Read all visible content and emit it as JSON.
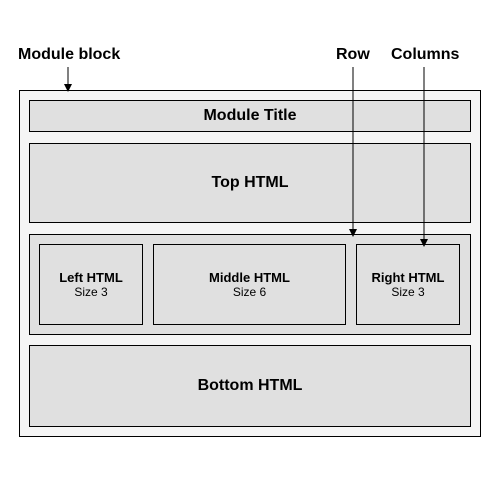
{
  "callouts": {
    "module_block": "Module block",
    "row": "Row",
    "columns": "Columns"
  },
  "module": {
    "title": "Module Title",
    "top": "Top HTML",
    "bottom": "Bottom HTML",
    "columns": [
      {
        "name": "Left HTML",
        "size": "Size 3"
      },
      {
        "name": "Middle HTML",
        "size": "Size 6"
      },
      {
        "name": "Right HTML",
        "size": "Size 3"
      }
    ]
  },
  "colors": {
    "box_fill": "#e0e0e0",
    "outer_fill": "#f5f5f5",
    "stroke": "#000000"
  }
}
